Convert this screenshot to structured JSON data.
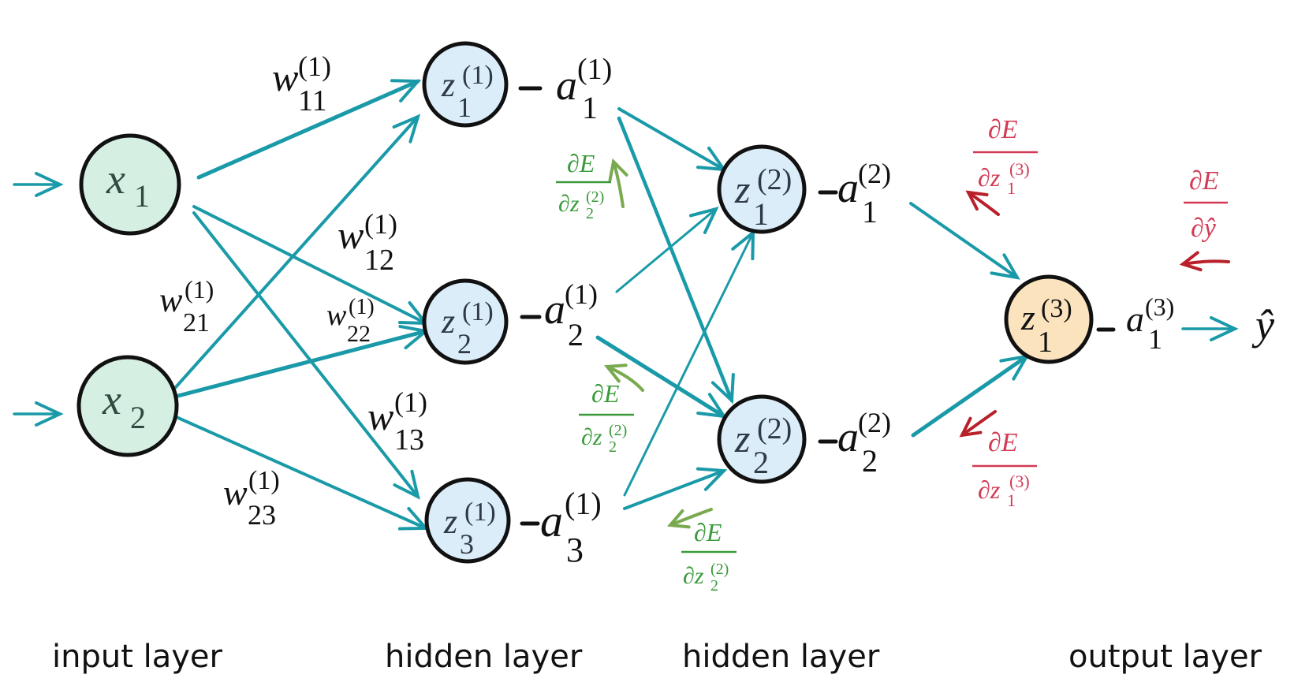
{
  "title": "Neural network backpropagation diagram",
  "colors": {
    "edge": "#1a9aa8",
    "node_stroke": "#111111",
    "input_fill": "#d5f0e3",
    "hidden_fill": "#dcedfa",
    "output_fill": "#fbe3bd",
    "grad_green": "#3a9a3a",
    "grad_green_arrow": "#7aaa50",
    "grad_red": "#d23a55",
    "grad_red_arrow": "#b8202a"
  },
  "layers": [
    {
      "label": "input layer"
    },
    {
      "label": "hidden layer"
    },
    {
      "label": "hidden layer"
    },
    {
      "label": "output layer"
    }
  ],
  "nodes": {
    "x1": {
      "sym": "x",
      "sub": "1",
      "sup": ""
    },
    "x2": {
      "sym": "x",
      "sub": "2",
      "sup": ""
    },
    "z11": {
      "sym": "z",
      "sub": "1",
      "sup": "(1)"
    },
    "z21": {
      "sym": "z",
      "sub": "2",
      "sup": "(1)"
    },
    "z31": {
      "sym": "z",
      "sub": "3",
      "sup": "(1)"
    },
    "z12": {
      "sym": "z",
      "sub": "1",
      "sup": "(2)"
    },
    "z22": {
      "sym": "z",
      "sub": "2",
      "sup": "(2)"
    },
    "z13": {
      "sym": "z",
      "sub": "1",
      "sup": "(3)"
    }
  },
  "activations": {
    "a11": {
      "sym": "a",
      "sub": "1",
      "sup": "(1)"
    },
    "a21": {
      "sym": "a",
      "sub": "2",
      "sup": "(1)"
    },
    "a31": {
      "sym": "a",
      "sub": "3",
      "sup": "(1)"
    },
    "a12": {
      "sym": "a",
      "sub": "1",
      "sup": "(2)"
    },
    "a22": {
      "sym": "a",
      "sub": "2",
      "sup": "(2)"
    },
    "a13": {
      "sym": "a",
      "sub": "1",
      "sup": "(3)"
    }
  },
  "output": {
    "sym": "ŷ"
  },
  "weights": {
    "w11": {
      "sym": "w",
      "sub": "11",
      "sup": "(1)"
    },
    "w12": {
      "sym": "w",
      "sub": "12",
      "sup": "(1)"
    },
    "w13": {
      "sym": "w",
      "sub": "13",
      "sup": "(1)"
    },
    "w21": {
      "sym": "w",
      "sub": "21",
      "sup": "(1)"
    },
    "w22": {
      "sym": "w",
      "sub": "22",
      "sup": "(1)"
    },
    "w23": {
      "sym": "w",
      "sub": "23",
      "sup": "(1)"
    }
  },
  "gradients": {
    "dE_dyhat": {
      "num": "∂E",
      "den": "∂ŷ",
      "den_sub": "",
      "den_sup": ""
    },
    "dE_dz13_top": {
      "num": "∂E",
      "den": "∂z",
      "den_sub": "1",
      "den_sup": "(3)"
    },
    "dE_dz13_bottom": {
      "num": "∂E",
      "den": "∂z",
      "den_sub": "1",
      "den_sup": "(3)"
    },
    "dE_dz22_a": {
      "num": "∂E",
      "den": "∂z",
      "den_sub": "2",
      "den_sup": "(2)"
    },
    "dE_dz22_b": {
      "num": "∂E",
      "den": "∂z",
      "den_sub": "2",
      "den_sup": "(2)"
    },
    "dE_dz22_c": {
      "num": "∂E",
      "den": "∂z",
      "den_sub": "2",
      "den_sup": "(2)"
    }
  }
}
